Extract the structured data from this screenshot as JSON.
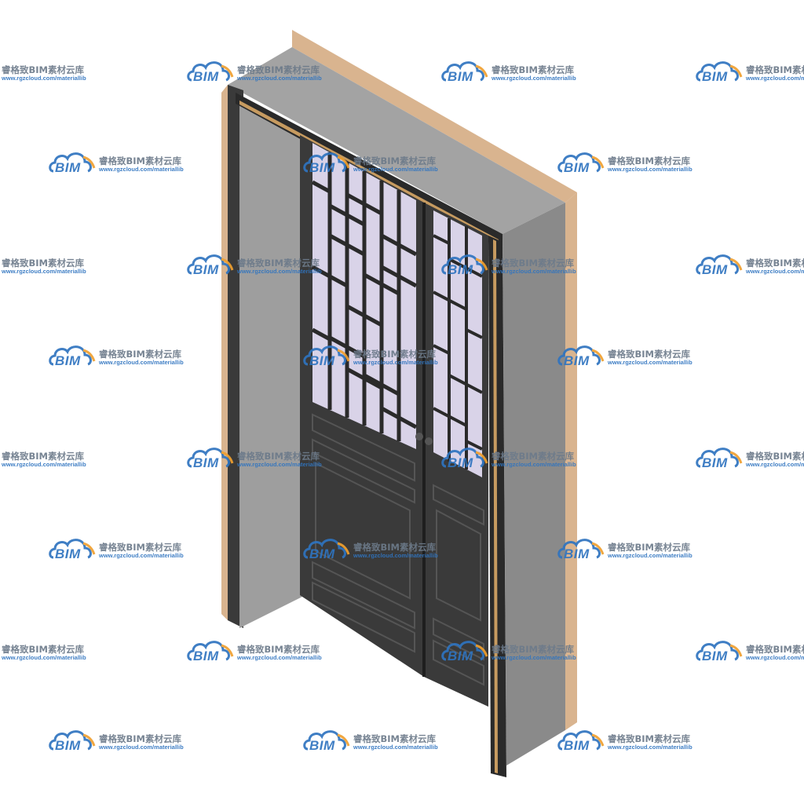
{
  "watermark": {
    "logo_text": "BIM",
    "brand_name": "睿格致BIM素材云库",
    "url": "www.rgzcloud.com/materiallib",
    "logo_cloud_color": "#2f74c0",
    "logo_accent_color": "#f0a030"
  },
  "palette": {
    "wall_top": "#a3a3a3",
    "wall_front_left": "#9e9e9e",
    "wall_right": "#8a8a8a",
    "wall_edge": "#d9b48f",
    "door_dark": "#3a3a3a",
    "door_trim": "#2a2a2a",
    "glass": "#d9d3e8",
    "frame_trim": "#c79b60"
  }
}
